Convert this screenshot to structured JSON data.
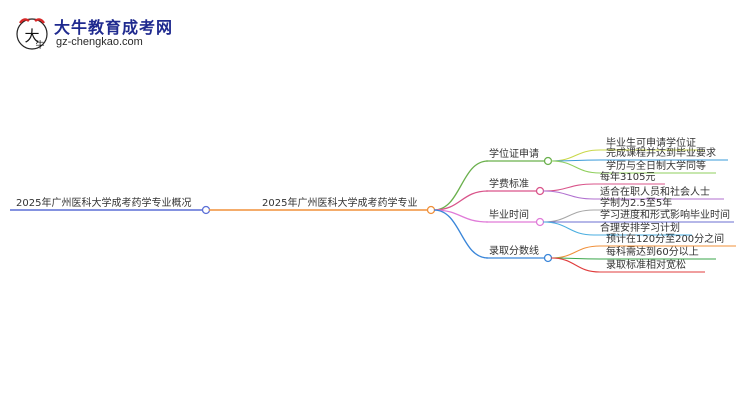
{
  "brand": {
    "name": "大牛教育成考网",
    "url": "gz-chengkao.com",
    "logo_icon": "bull-head-logo"
  },
  "mindmap": {
    "root": {
      "label": "2025年广州医科大学成考药学专业概况",
      "color": "#5b6fd6"
    },
    "center": {
      "label": "2025年广州医科大学成考药学专业",
      "color": "#f0903a"
    },
    "branches": [
      {
        "label": "学位证申请",
        "color": "#6ab04c",
        "children": [
          "毕业生可申请学位证",
          "完成课程并达到毕业要求",
          "学历与全日制大学同等"
        ],
        "child_colors": [
          "#c9d84a",
          "#3a9bd9",
          "#8fcf5c"
        ]
      },
      {
        "label": "学费标准",
        "color": "#d9548a",
        "children": [
          "每年3105元",
          "适合在职人员和社会人士"
        ],
        "child_colors": [
          "#d9548a",
          "#b06fcf"
        ]
      },
      {
        "label": "毕业时间",
        "color": "#e07bd8",
        "children": [
          "学制为2.5至5年",
          "学习进度和形式影响毕业时间",
          "合理安排学习计划"
        ],
        "child_colors": [
          "#a7a7a7",
          "#6b6fd0",
          "#4aaee0"
        ]
      },
      {
        "label": "录取分数线",
        "color": "#3a86d9",
        "children": [
          "预计在120分至200分之间",
          "每科需达到60分以上",
          "录取标准相对宽松"
        ],
        "child_colors": [
          "#f0903a",
          "#3aa64a",
          "#e03c3c"
        ]
      }
    ]
  }
}
